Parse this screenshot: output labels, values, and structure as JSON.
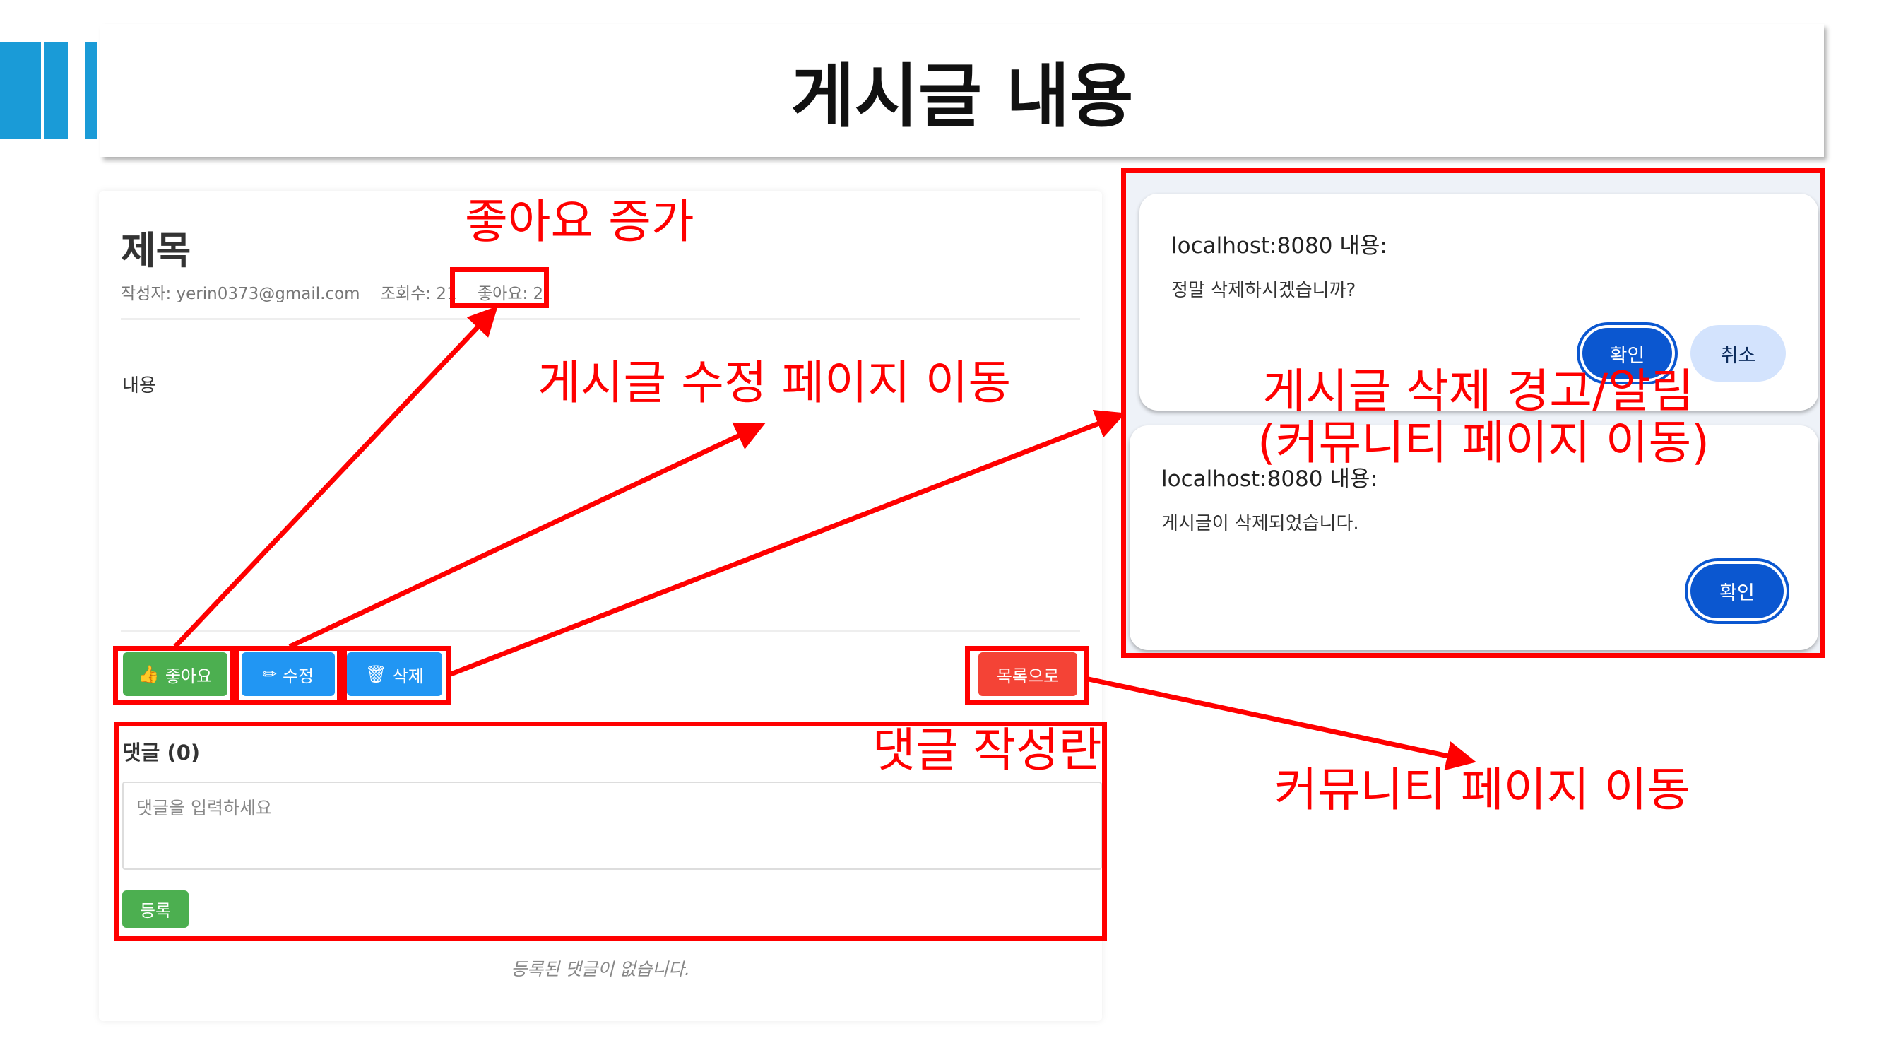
{
  "slide_title": "게시글 내용",
  "post": {
    "title": "제목",
    "author": "작성자: yerin0373@gmail.com",
    "views": "조회수: 21",
    "likes": "좋아요: 2",
    "content": "내용",
    "buttons": {
      "like": "좋아요",
      "edit": "수정",
      "delete": "삭제",
      "list": "목록으로"
    }
  },
  "comments": {
    "header": "댓글 (0)",
    "placeholder": "댓글을 입력하세요",
    "submit": "등록",
    "empty": "등록된 댓글이 없습니다."
  },
  "dialogs": {
    "confirm": {
      "origin": "localhost:8080 내용:",
      "message": "정말 삭제하시겠습니까?",
      "ok": "확인",
      "cancel": "취소"
    },
    "alert": {
      "origin": "localhost:8080 내용:",
      "message": "게시글이 삭제되었습니다.",
      "ok": "확인"
    }
  },
  "annotations": {
    "like": "좋아요 증가",
    "edit": "게시글 수정 페이지 이동",
    "delete_line1": "게시글 삭제 경고/알림",
    "delete_line2": "(커뮤니티 페이지 이동)",
    "comment": "댓글 작성란",
    "list": "커뮤니티 페이지 이동"
  },
  "colors": {
    "accent": "#1a9bd7",
    "annotation": "#ff0000",
    "like": "#4caf50",
    "edit": "#2196f3",
    "list": "#f44336",
    "dialog_ok": "#0b57d0"
  }
}
